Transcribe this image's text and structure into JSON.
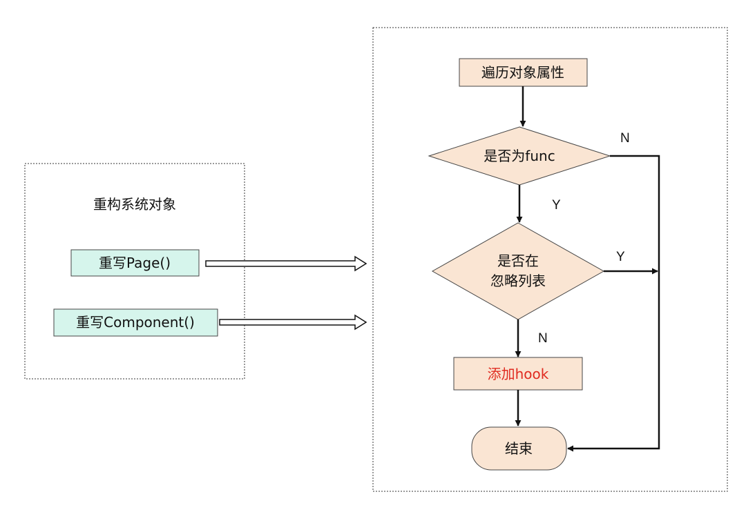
{
  "left_panel": {
    "title": "重构系统对象",
    "items": [
      {
        "label": "重写Page()"
      },
      {
        "label": "重写Component()"
      }
    ]
  },
  "flowchart": {
    "start": "遍历对象属性",
    "decision1": "是否为func",
    "decision2_line1": "是否在",
    "decision2_line2": "忽略列表",
    "action": "添加hook",
    "end": "结束",
    "edge_labels": {
      "d1_no": "N",
      "d1_yes": "Y",
      "d2_yes": "Y",
      "d2_no": "N"
    }
  },
  "colors": {
    "node_fill": "#fae5d3",
    "item_fill": "#d6f5ec",
    "action_text": "#e02b20",
    "line": "#111111"
  }
}
